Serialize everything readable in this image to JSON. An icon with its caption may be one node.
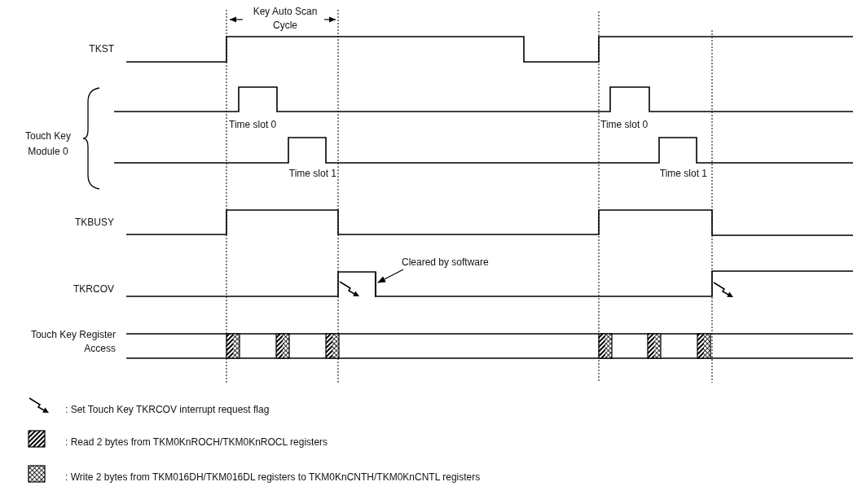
{
  "diagram": {
    "nodes": [
      {
        "text": [
          "Cleared by software"
        ]
      },
      {
        "text": [],
        "shape": "line"
      }
    ],
    "edges": [
      {
        "from": 0,
        "to": 1,
        "arrow": "to"
      }
    ],
    "labels": [
      "Key Auto Scan Cycle",
      "TKST",
      "Time slot 0",
      "Time slot 0",
      "Touch Key Module 0",
      "Time slot 1",
      "Time slot 1",
      "TKBUSY",
      "TKRCOV",
      "Touch Key Register Access"
    ],
    "legend": [
      {
        "text": ": Set Touch Key TKRCOV interrupt request flag"
      },
      {
        "text": ": Read 2 bytes from TKM0KnROCH/TKM0KnROCL registers"
      },
      {
        "text": ": Write 2 bytes from TKM016DH/TKM016DL registers to TKM0KnCNTH/TKM0KnCNTL registers"
      }
    ]
  }
}
